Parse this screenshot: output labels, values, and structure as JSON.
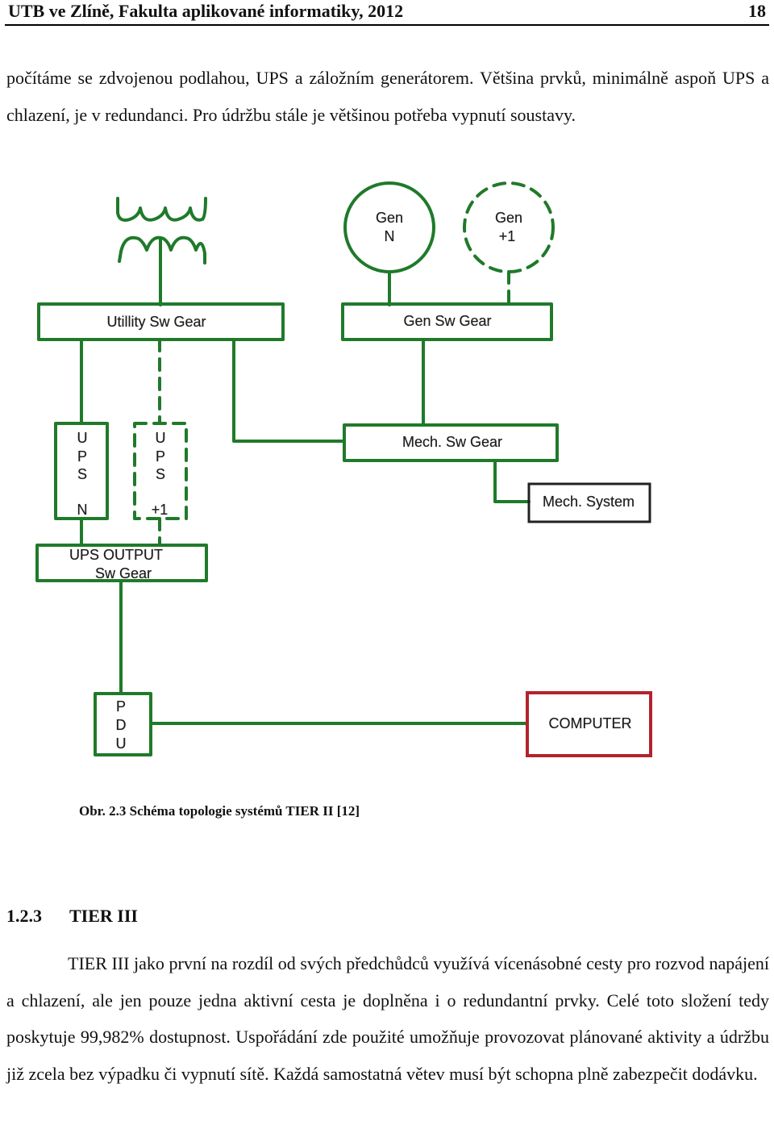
{
  "header": {
    "title": "UTB ve Zlíně, Fakulta aplikované informatiky, 2012",
    "page_number": "18"
  },
  "intro_paragraph": "počítáme se zdvojenou podlahou, UPS a záložním generátorem. Většina prvků, minimálně aspoň UPS a chlazení, je v redundanci. Pro údržbu stále je většinou potřeba vypnutí soustavy.",
  "diagram": {
    "gen_n": [
      "Gen",
      "N"
    ],
    "gen_plus1": [
      "Gen",
      "+1"
    ],
    "utility_sw_gear": "Utillity Sw Gear",
    "gen_sw_gear": "Gen Sw Gear",
    "ups_n": [
      "U",
      "P",
      "S",
      "N"
    ],
    "ups_plus1": [
      "U",
      "P",
      "S",
      "+1"
    ],
    "mech_sw_gear": "Mech. Sw Gear",
    "mech_system": "Mech. System",
    "ups_output_sw_gear": [
      "UPS OUTPUT",
      "Sw Gear"
    ],
    "pdu": [
      "P",
      "D",
      "U"
    ],
    "computer": "COMPUTER",
    "colors": {
      "green": "#1f7a2a",
      "red": "#b3232b"
    }
  },
  "caption": "Obr. 2.3 Schéma topologie systémů TIER II [12]",
  "section": {
    "number": "1.2.3",
    "title": "TIER III"
  },
  "body_paragraph": "TIER III jako první na rozdíl od svých předchůdců využívá vícenásobné cesty pro rozvod napájení a chlazení, ale jen pouze jedna aktivní cesta je doplněna i o redundantní prvky. Celé toto složení tedy poskytuje 99,982% dostupnost. Uspořádání zde použité umožňuje provozovat plánované aktivity a údržbu již zcela bez výpadku či vypnutí sítě. Každá samostatná větev musí být schopna plně zabezpečit dodávku."
}
